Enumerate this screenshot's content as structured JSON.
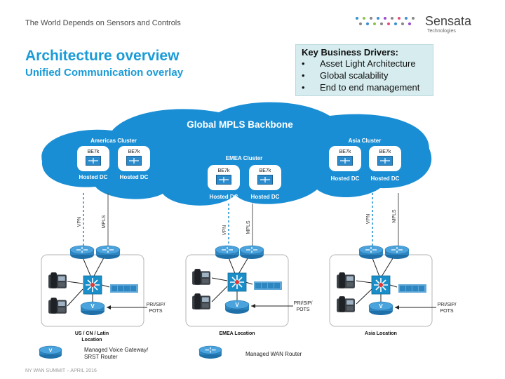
{
  "header": {
    "tagline": "The World Depends on Sensors and Controls",
    "logo_name": "Sensata",
    "logo_sub": "Technologies"
  },
  "title": "Architecture overview",
  "subtitle": "Unified Communication overlay",
  "drivers": {
    "heading": "Key Business Drivers:",
    "items": [
      "Asset Light Architecture",
      "Global scalability",
      "End to end management"
    ]
  },
  "backbone": {
    "label": "Global MPLS Backbone",
    "color": "#1a8ed4"
  },
  "clusters": [
    {
      "name": "Americas Cluster",
      "servers": [
        {
          "tag": "BE7k",
          "caption": "Hosted DC"
        },
        {
          "tag": "BE7k",
          "caption": "Hosted DC"
        }
      ]
    },
    {
      "name": "EMEA Cluster",
      "servers": [
        {
          "tag": "BE7k",
          "caption": "Hosted DC"
        },
        {
          "tag": "BE7k",
          "caption": "Hosted DC"
        }
      ]
    },
    {
      "name": "Asia Cluster",
      "servers": [
        {
          "tag": "BE7k",
          "caption": "Hosted DC"
        },
        {
          "tag": "BE7k",
          "caption": "Hosted DC"
        }
      ]
    }
  ],
  "links": {
    "vpn": "VPN",
    "mpls": "MPLS"
  },
  "sites": [
    {
      "name": "US / CN / Latin Location",
      "trunk": "PRI/SIP/ POTS"
    },
    {
      "name": "EMEA Location",
      "trunk": "PRI/SIP/ POTS"
    },
    {
      "name": "Asia Location",
      "trunk": "PRI/SIP/ POTS"
    }
  ],
  "legend": {
    "gateway": "Managed Voice Gateway/ SRST Router",
    "wan": "Managed WAN Router"
  },
  "footer": "NY WAN SUMMIT – APRIL 2016",
  "colors": {
    "accent": "#1a9bd7",
    "router": "#2e86c1",
    "switch": "#1a8ec8",
    "drivers_bg": "#d6ecef"
  }
}
